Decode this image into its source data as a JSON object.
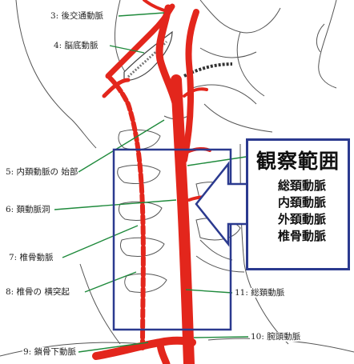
{
  "labels": [
    "3: 後交通動脈",
    "4: 脳底動脈",
    "5: 内頚動脈の 始部",
    "6: 頚動脈洞",
    "7: 椎骨動脈",
    "8: 椎骨の 横突起",
    "9: 鎖骨下動脈",
    "10: 腕頭動脈",
    "11: 総頚動脈"
  ],
  "callout": {
    "title": "観察範囲",
    "items": [
      "総頚動脈",
      "内頚動脈",
      "外頚動脈",
      "椎骨動脈"
    ]
  },
  "colors": {
    "artery": "#e3261c",
    "leader": "#1f8a3c",
    "frame": "#2b3a8f",
    "outline": "#555555"
  }
}
